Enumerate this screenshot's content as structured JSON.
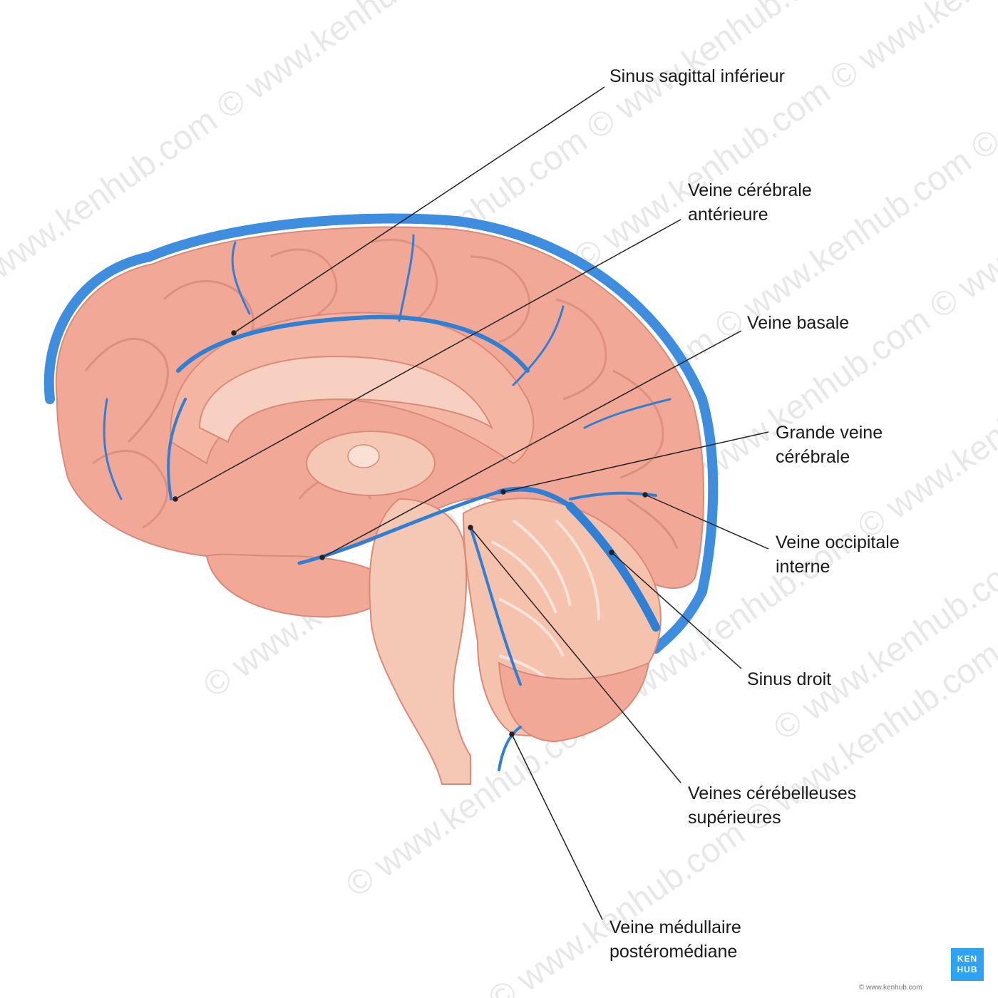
{
  "labels": {
    "sinus_sagittal": [
      "Sinus sagittal inférieur"
    ],
    "veine_cerebrale_ant": [
      "Veine cérébrale",
      "antérieure"
    ],
    "veine_basale": [
      "Veine basale"
    ],
    "grande_veine": [
      "Grande veine",
      "cérébrale"
    ],
    "veine_occipitale": [
      "Veine occipitale",
      "interne"
    ],
    "sinus_droit": [
      "Sinus droit"
    ],
    "veines_cerebelleuses": [
      "Veines cérébelleuses",
      "supérieures"
    ],
    "veine_medullaire": [
      "Veine médullaire",
      "postéromédiane"
    ]
  },
  "watermark": "© www.kenhub.com",
  "logo": [
    "KEN",
    "HUB"
  ],
  "copyright": "© www.kenhub.com",
  "colors": {
    "brain": "#f2a897",
    "brain_dark": "#d98a78",
    "inner": "#f5c7b5",
    "vein": "#2f7fd4",
    "line": "#222222"
  }
}
